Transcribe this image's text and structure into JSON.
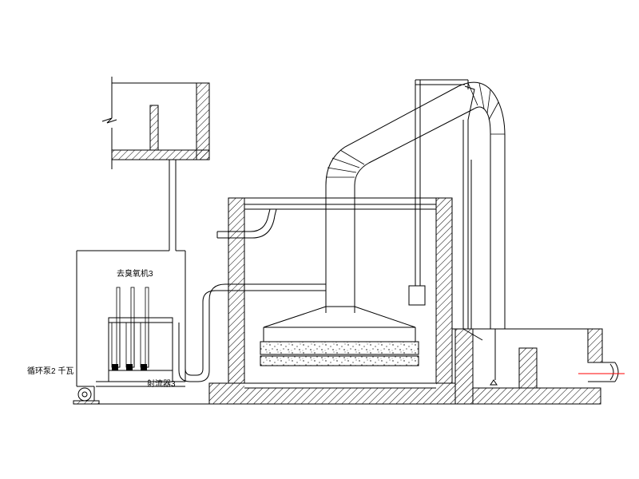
{
  "labels": {
    "deodorizer": "去臭氧机3",
    "circulation_pump": "循环泵2 千瓦",
    "ejector": "射流器3"
  },
  "colors": {
    "line": "#000000",
    "hatch": "#000000",
    "marker": "#ff0000"
  }
}
